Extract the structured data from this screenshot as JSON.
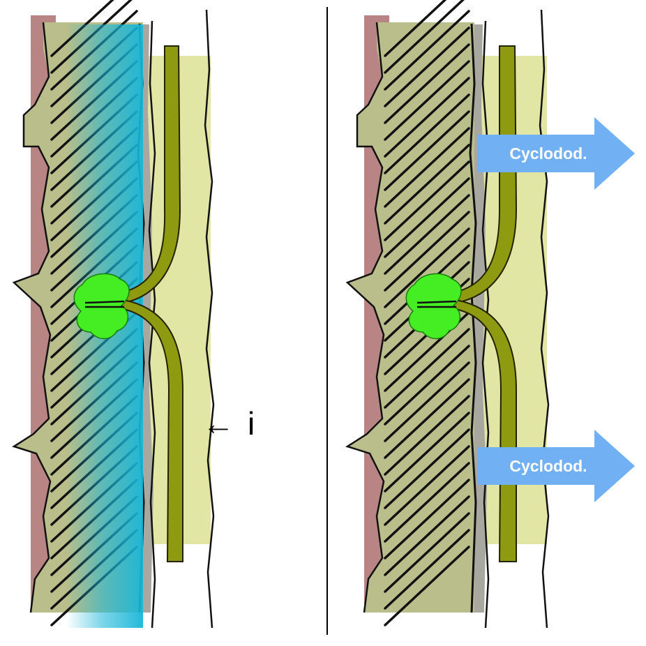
{
  "colors": {
    "background": "#ffffff",
    "mauve_layer": "#b98584",
    "hatched_tissue": "#b9be8a",
    "hatch_lines": "#111111",
    "gray_band": "#a8a8a0",
    "pale_layer": "#e1e6a5",
    "olive_strand": "#8e9a10",
    "green_blob": "#44ee22",
    "cyan_overlay": "#18b6d8",
    "arrow_fill": "#72b0f4",
    "divider": "#000000"
  },
  "left_panel": {
    "marker_symbol": "←",
    "marker_label": "i"
  },
  "right_panel": {
    "arrows": [
      {
        "label": "Cyclodod."
      },
      {
        "label": "Cyclodod."
      }
    ]
  }
}
